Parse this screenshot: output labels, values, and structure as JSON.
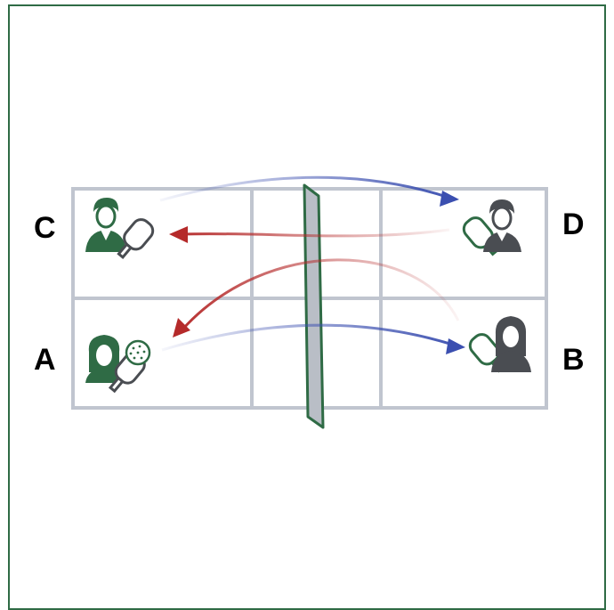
{
  "players": {
    "a": {
      "label": "A"
    },
    "b": {
      "label": "B"
    },
    "c": {
      "label": "C"
    },
    "d": {
      "label": "D"
    }
  },
  "colors": {
    "frame": "#2f6b45",
    "court_lines": "#c0c5cf",
    "net_fill": "#b9bec6",
    "net_stroke": "#2f6b45",
    "player_green": "#2f6b45",
    "player_gray": "#4a4d52",
    "arrow_blue": "#3b4fb0",
    "arrow_red": "#b52a2a"
  },
  "icons": {
    "a": "female-player-with-paddle-and-ball-icon",
    "b": "female-player-with-paddle-icon",
    "c": "male-player-with-paddle-icon",
    "d": "male-player-with-paddle-icon"
  }
}
